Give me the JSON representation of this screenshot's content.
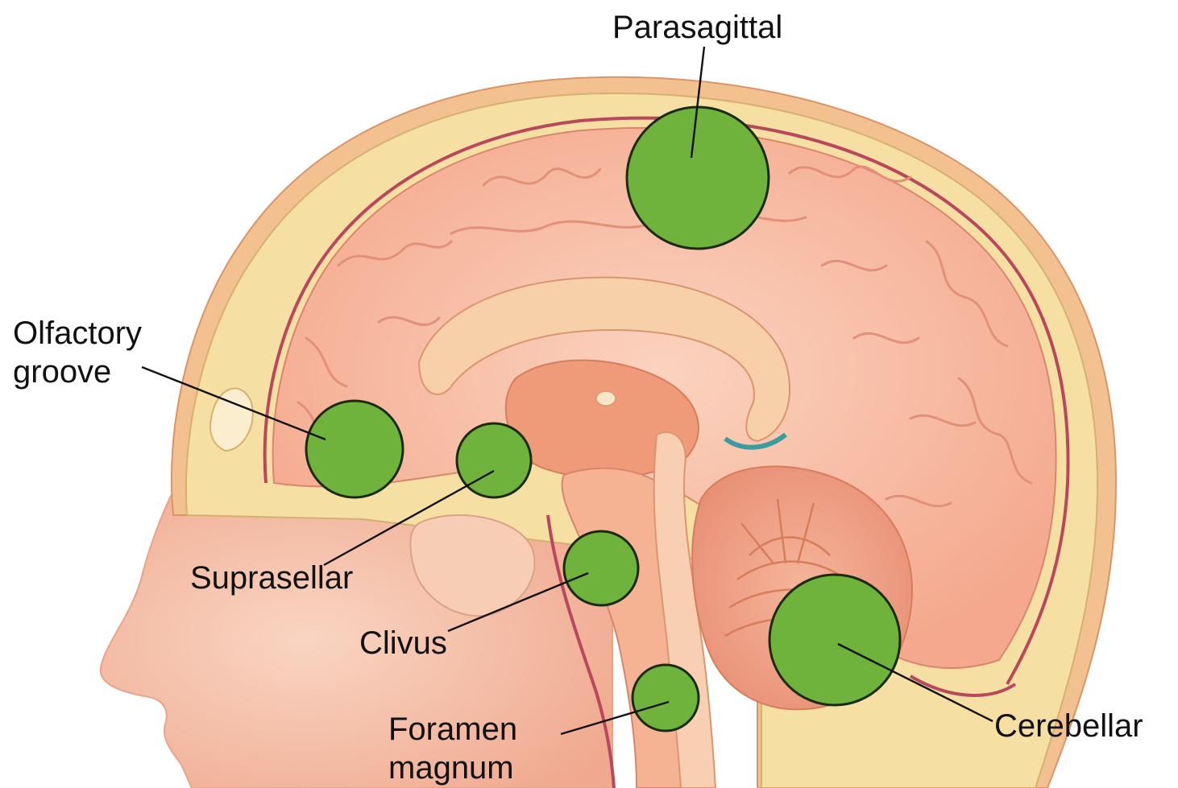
{
  "labels": {
    "parasagittal": "Parasagittal",
    "olfactory_line1": "Olfactory",
    "olfactory_line2": "groove",
    "suprasellar": "Suprasellar",
    "clivus": "Clivus",
    "foramen_line1": "Foramen",
    "foramen_line2": "magnum",
    "cerebellar": "Cerebellar"
  },
  "colors": {
    "tumor": "#6fb33c",
    "brain": "#f7b9a1",
    "skull": "#f6dfa3",
    "scalp": "#f3c49a",
    "skin": "#f6c7b0",
    "dura": "#b9485d"
  }
}
